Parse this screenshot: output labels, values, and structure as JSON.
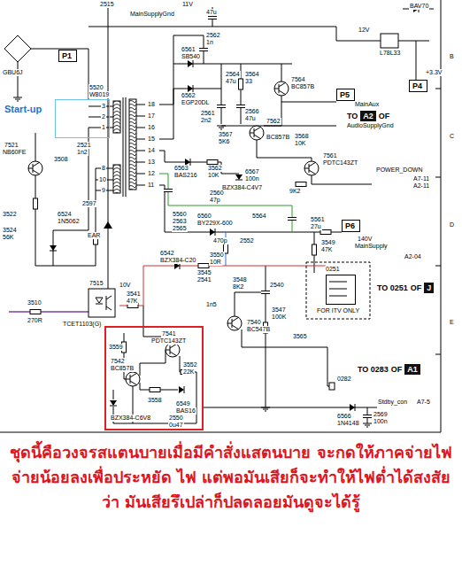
{
  "diagram": {
    "caption": "ชุดนี้คือวงจรสแตนบายเมื่อมีคำสั่งแสตนบาย จะกดให้ภาคจ่ายไฟจ่ายน้อยลงเพื่อประหยัด ไฟ แต่พอมันเสียก็จะทำให้ไฟต่ำได้สงสัยว่า มันเสียรึเปล่าก็ปลดลอยมันดูจะได้รู้",
    "nodes": [
      {
        "text": [
          "P1"
        ]
      },
      {
        "text": [
          "P4"
        ]
      },
      {
        "text": [
          "P5"
        ]
      },
      {
        "text": [
          "TO",
          "A2",
          "OF",
          "AudioSupplyGnd"
        ]
      },
      {
        "text": [
          "Start-up"
        ]
      },
      {
        "text": [
          "P6"
        ]
      },
      {
        "text": [
          "0251",
          "FOR ITV ONLY"
        ]
      },
      {
        "text": [
          "TO 0251",
          "OF",
          "J"
        ]
      },
      {
        "text": [
          "7541",
          "PDTC143ZT",
          "3559",
          "7542",
          "BC857B",
          "3552",
          "22K",
          "3558",
          "6549",
          "BAS16",
          "BZX384-C6V8",
          "2550",
          "0u47"
        ]
      },
      {
        "text": [
          "TO 0283",
          "OF",
          "A1"
        ]
      }
    ],
    "labels": [
      "2515",
      "MainSupplyGnd",
      "11V",
      "47u",
      "BAV70",
      "L78L33",
      "12V",
      "+3.3V",
      "GBU6J",
      "EAR",
      "5520",
      "W8019",
      "18",
      "17",
      "16",
      "15",
      "14",
      "13",
      "12",
      "11",
      "3",
      "2",
      "1",
      "8",
      "10",
      "9",
      "2562",
      "1n",
      "6561",
      "SB540",
      "6562",
      "EGP20DL",
      "2561",
      "2n2",
      "2564",
      "47u",
      "3564",
      "33",
      "2566",
      "47u",
      "7564",
      "BC857B",
      "MainAux",
      "3567",
      "5K6",
      "7562",
      "BC857B",
      "3568",
      "10K",
      "6563",
      "BAS216",
      "3562",
      "10K",
      "6567",
      "100n",
      "BZX384-C4V7",
      "7561",
      "PDTC143ZT",
      "9K2",
      "POWER_DOWN",
      "A7-11",
      "A2-11",
      "2560",
      "47p",
      "5560",
      "2563",
      "2565",
      "6560",
      "BY229X-600",
      "5564",
      "2552",
      "470p",
      "3550",
      "10R",
      "5561",
      "27u",
      "3549",
      "47K",
      "140V",
      "MainSupply",
      "A2-04",
      "3510",
      "270R",
      "7515",
      "TCET1103(G)",
      "10V",
      "3541",
      "47K",
      "6542",
      "BZX384-C20",
      "3545",
      "2541",
      "1n5",
      "3548",
      "8K2",
      "7540",
      "BC547B",
      "2540",
      "3547",
      "100K",
      "3565",
      "0282",
      "6566",
      "1N4148",
      "2569",
      "100n",
      "Stdby_con",
      "A7-5",
      "3522",
      "3524",
      "56K",
      "6524",
      "1N5062",
      "2597",
      "7521",
      "NB60FE",
      "2521",
      "1n2",
      "3508",
      "B",
      "C",
      "D",
      "E"
    ]
  }
}
